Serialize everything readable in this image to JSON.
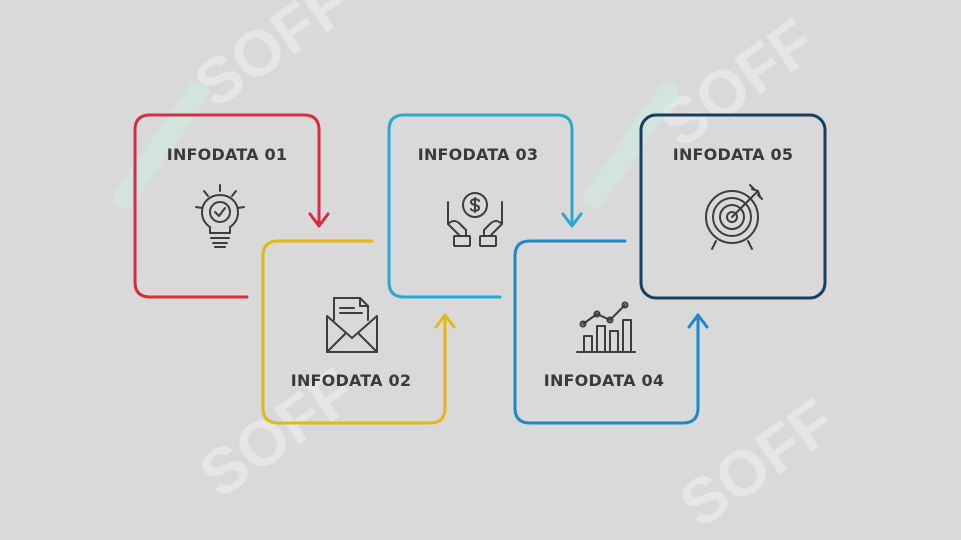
{
  "colors": {
    "background": "#d9d9d9",
    "step1": "#d62e3b",
    "step2": "#e2b818",
    "step3": "#2aa8cf",
    "step4": "#1f88c9",
    "step5": "#163f5f",
    "text": "#3a3a3a",
    "icon": "#3d3d3d",
    "watermark": "#f0f0f0",
    "watermark_accent": "#cfeadf"
  },
  "watermark": {
    "text": "SOFF"
  },
  "steps": [
    {
      "label": "INFODATA 01",
      "icon": "lightbulb-check-icon"
    },
    {
      "label": "INFODATA 02",
      "icon": "envelope-letter-icon"
    },
    {
      "label": "INFODATA 03",
      "icon": "hands-dollar-coin-icon"
    },
    {
      "label": "INFODATA 04",
      "icon": "bar-chart-trend-icon"
    },
    {
      "label": "INFODATA 05",
      "icon": "target-arrow-icon"
    }
  ]
}
